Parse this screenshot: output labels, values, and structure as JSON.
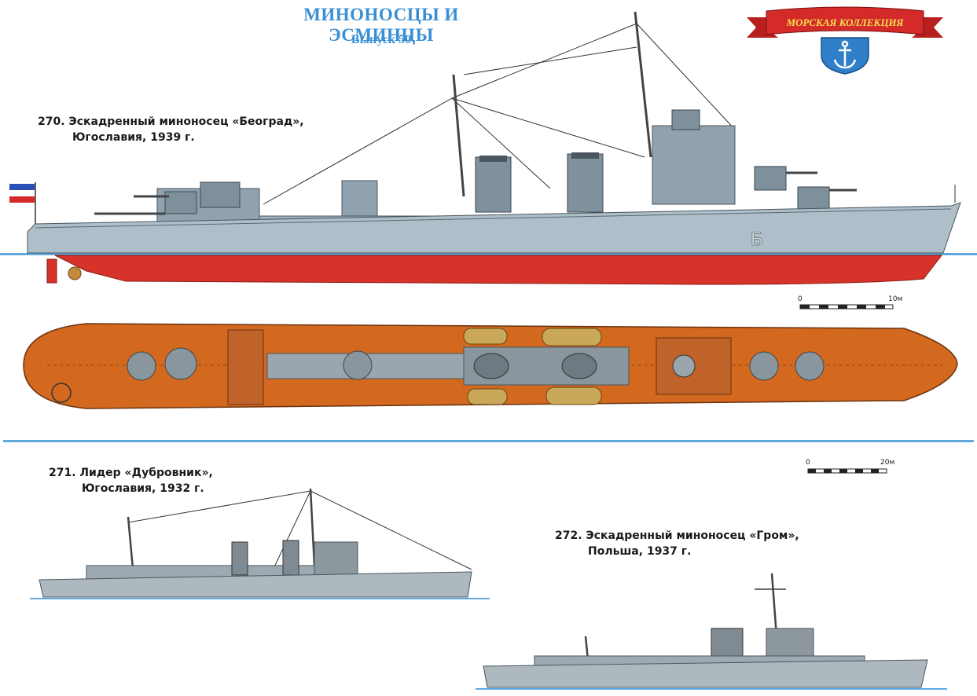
{
  "header": {
    "title": "МИНОНОСЦЫ И ЭСМИНЦЫ",
    "subtitle": "Выпуск 50",
    "emblem_text": "МОРСКАЯ КОЛЛЕКЦИЯ"
  },
  "ships": [
    {
      "caption_line1": "270. Эскадренный миноносец «Београд»,",
      "caption_line2": "Югославия, 1939 г.",
      "hull_letter": "Б"
    },
    {
      "caption_line1": "271. Лидер «Дубровник»,",
      "caption_line2": "Югославия, 1932 г."
    },
    {
      "caption_line1": "272. Эскадренный миноносец «Гром»,",
      "caption_line2": "Польша, 1937 г."
    }
  ],
  "scales": [
    {
      "start": "0",
      "end": "10м"
    },
    {
      "start": "0",
      "end": "20м"
    }
  ],
  "colors": {
    "title_blue": "#3a8fd4",
    "hull_grey": "#aebfca",
    "underwater_red": "#d8332a",
    "deck_orange": "#d2691e",
    "waterline_blue": "#5fa8dc",
    "banner_red": "#d42a2a",
    "shield_blue": "#2f7fc9"
  }
}
